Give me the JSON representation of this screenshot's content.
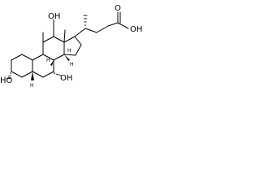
{
  "diagram": {
    "type": "chemical-structure",
    "colors": {
      "bond": "#000000",
      "background": "#ffffff"
    },
    "labels": {
      "oh_c12": "OH",
      "oh_c3": "HO",
      "oh_c7": "OH",
      "acid": "OH",
      "carbonyl": "O",
      "h_c5": "H",
      "h_c8": "H",
      "h_c9": "H",
      "h_c14": "H"
    }
  }
}
